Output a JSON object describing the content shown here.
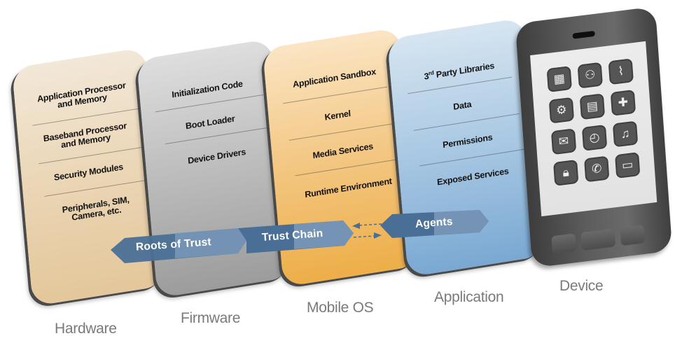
{
  "layers": [
    {
      "id": "hardware",
      "caption": "Hardware",
      "color": "#e8cfa6",
      "items": [
        "Application Processor and Memory",
        "Baseband Processor and Memory",
        "Security Modules",
        "Peripherals, SIM, Camera, etc."
      ]
    },
    {
      "id": "firmware",
      "caption": "Firmware",
      "color": "#b3b3b3",
      "items": [
        "Initialization Code",
        "Boot Loader",
        "Device Drivers"
      ]
    },
    {
      "id": "mobile-os",
      "caption": "Mobile OS",
      "color": "#f0b65a",
      "items": [
        "Application Sandbox",
        "Kernel",
        "Media Services",
        "Runtime Environment"
      ]
    },
    {
      "id": "application",
      "caption": "Application",
      "color": "#9ec0df",
      "items": [
        "3rd Party Libraries",
        "Data",
        "Permissions",
        "Exposed Services"
      ]
    }
  ],
  "device": {
    "caption": "Device",
    "apps": [
      "calculator-icon",
      "share-icon",
      "paperclip-icon",
      "phone-settings-icon",
      "document-icon",
      "gamepad-icon",
      "mail-icon",
      "clock-history-icon",
      "music-icon",
      "lock-transfer-icon",
      "phone-call-icon",
      "chat-icon"
    ]
  },
  "trust_flow": {
    "roots_of_trust": "Roots of Trust",
    "trust_chain": "Trust Chain",
    "agents": "Agents",
    "band_color": "#4a6f96"
  },
  "text": {
    "hw_1a": "Application Processor",
    "hw_1b": "and Memory",
    "hw_2a": "Baseband Processor",
    "hw_2b": "and Memory",
    "hw_3": "Security Modules",
    "hw_4a": "Peripherals, SIM,",
    "hw_4b": "Camera, etc.",
    "fw_1": "Initialization Code",
    "fw_2": "Boot Loader",
    "fw_3": "Device Drivers",
    "os_1": "Application Sandbox",
    "os_2": "Kernel",
    "os_3": "Media Services",
    "os_4": "Runtime Environment",
    "app_1_sup": "rd",
    "app_1_pre": "3",
    "app_1_post": " Party Libraries",
    "app_2": "Data",
    "app_3": "Permissions",
    "app_4": "Exposed Services"
  }
}
